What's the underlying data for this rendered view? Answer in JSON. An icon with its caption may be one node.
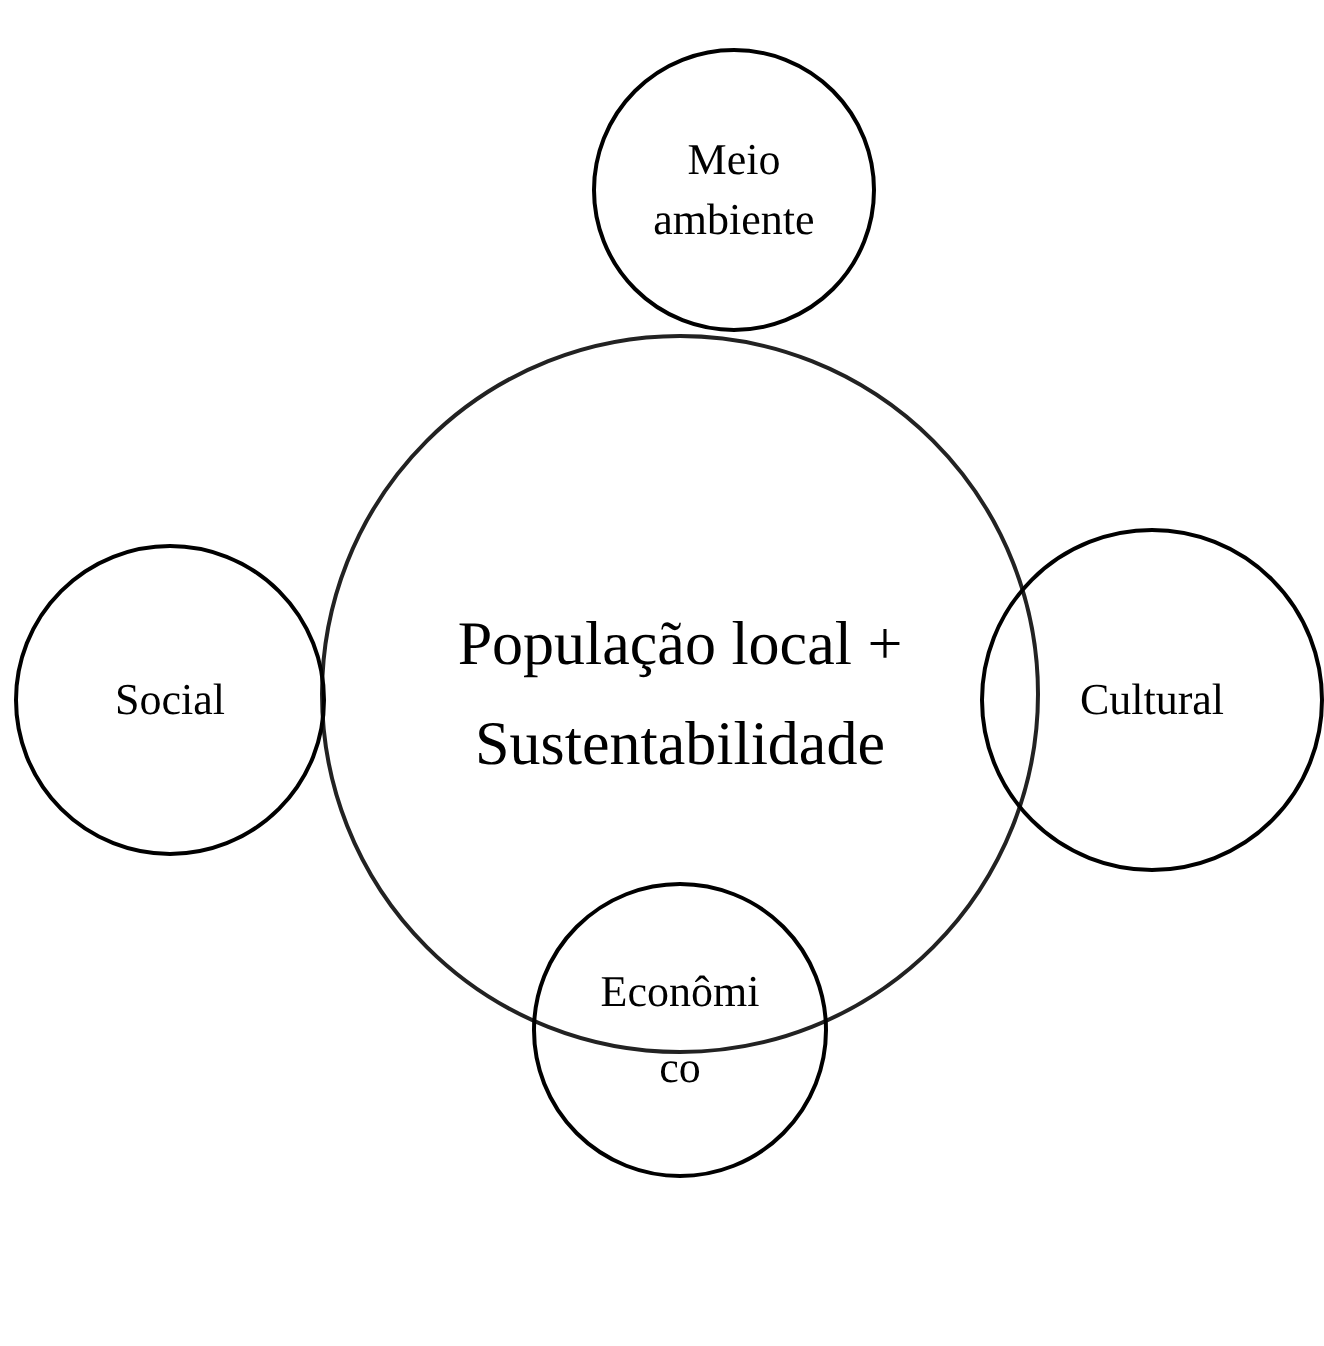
{
  "diagram": {
    "nodes": [
      {
        "text": [
          "Meio ambiente"
        ]
      },
      {
        "text": [
          "População local + Sustentabilidade"
        ]
      },
      {
        "text": [
          "Social"
        ]
      },
      {
        "text": [
          "Cultural"
        ]
      },
      {
        "text": [
          "Econômi co"
        ]
      }
    ]
  }
}
